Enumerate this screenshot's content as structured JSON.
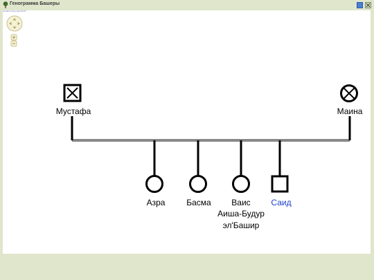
{
  "window": {
    "title": "Генограмма  Башеры"
  },
  "credit": "Created using GenoPro®",
  "nav": {
    "pan": "pan-control",
    "zoom_in": "+",
    "zoom_out": "−"
  },
  "people": [
    {
      "id": "mustafa",
      "name": "Мустафа",
      "sex": "male",
      "status": "deceased",
      "link": false
    },
    {
      "id": "maina",
      "name": "Маина",
      "sex": "female",
      "status": "deceased",
      "link": false
    },
    {
      "id": "azra",
      "name": "Азра",
      "sex": "female",
      "status": "alive",
      "link": false
    },
    {
      "id": "basma",
      "name": "Басма",
      "sex": "female",
      "status": "alive",
      "link": false
    },
    {
      "id": "vais",
      "name": "Ваис",
      "name_line2": "Аиша-Будур",
      "name_line3": "эл'Башир",
      "sex": "female",
      "status": "alive",
      "link": false
    },
    {
      "id": "said",
      "name": "Саид",
      "sex": "male",
      "status": "alive",
      "link": true
    }
  ],
  "colors": {
    "link_name": "#1a3ecf",
    "line": "#000000",
    "marriage_line": "#888888"
  }
}
